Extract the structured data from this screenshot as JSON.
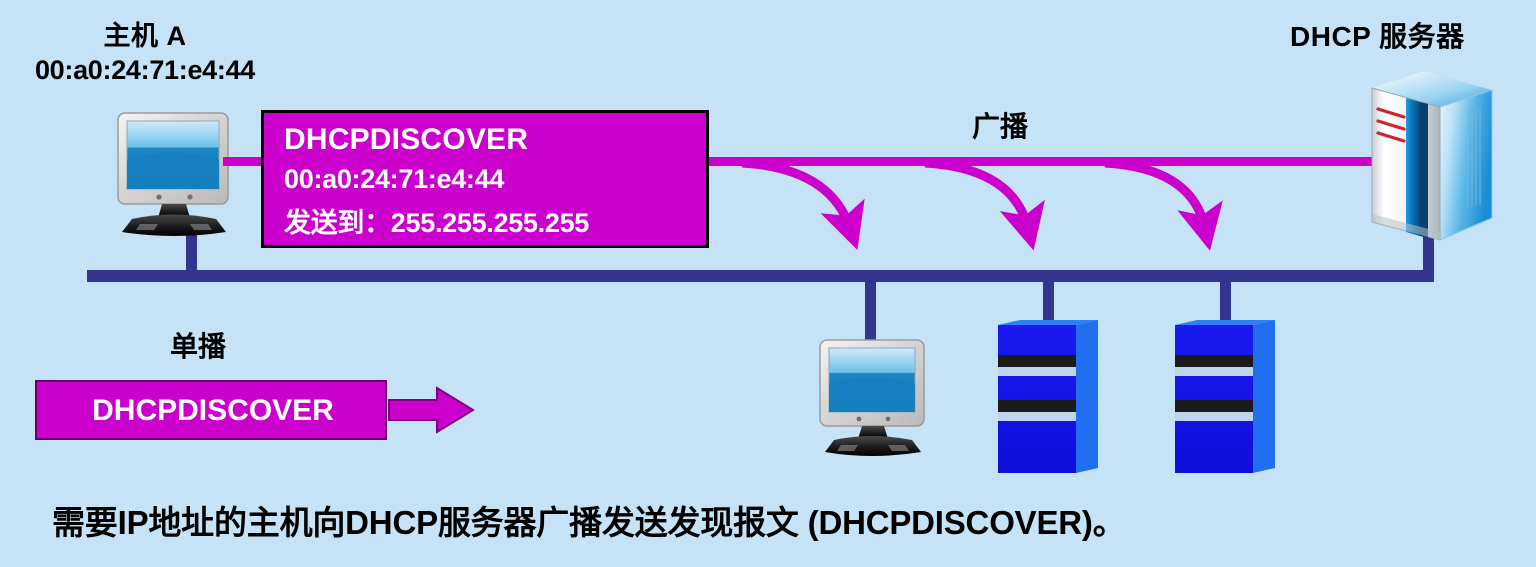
{
  "diagram": {
    "title_caption": "需要IP地址的主机向DHCP服务器广播发送发现报文 (DHCPDISCOVER)。",
    "background_color": "#c5e2f7",
    "bus_color": "#33348e",
    "magenta_color": "#cc00cc",
    "host_a": {
      "name": "主机 A",
      "mac": "00:a0:24:71:e4:44",
      "icon": "desktop-monitor-icon"
    },
    "dhcp_server": {
      "label": "DHCP 服务器",
      "icon": "server-tower-icon"
    },
    "message_box": {
      "title": "DHCPDISCOVER",
      "source_mac": "00:a0:24:71:e4:44",
      "destination": "发送到：255.255.255.255"
    },
    "broadcast": {
      "label": "广播",
      "arrow_count": 3
    },
    "legend": {
      "mode_label": "单播",
      "message_label": "DHCPDISCOVER",
      "arrow_icon": "right-arrow-outline-icon"
    },
    "network_nodes": [
      {
        "type": "desktop-monitor-icon",
        "label": ""
      },
      {
        "type": "server-tower-blue-icon",
        "label": ""
      },
      {
        "type": "server-tower-blue-icon",
        "label": ""
      }
    ]
  }
}
